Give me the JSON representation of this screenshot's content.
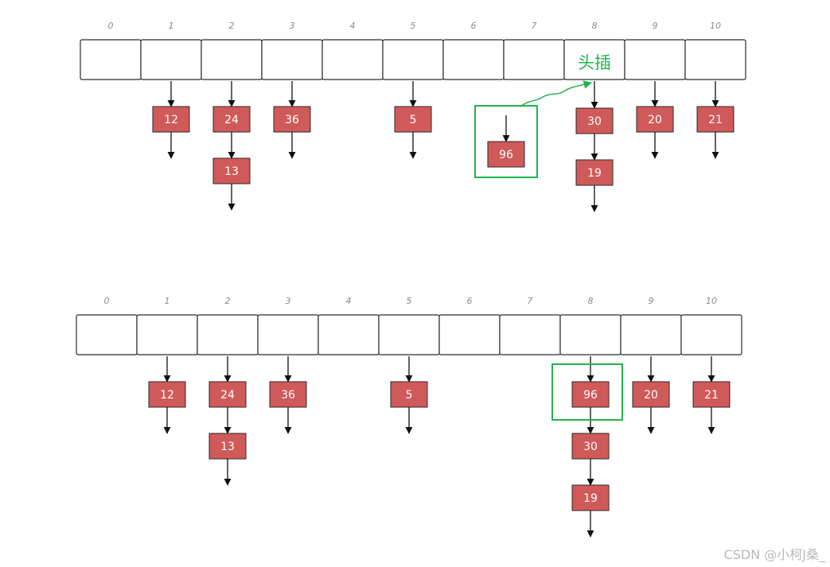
{
  "diagrams": [
    {
      "indices": [
        "0",
        "1",
        "2",
        "3",
        "4",
        "5",
        "6",
        "7",
        "8",
        "9",
        "10"
      ],
      "chains": [
        {
          "bucket": 1,
          "nodes": [
            "12"
          ]
        },
        {
          "bucket": 2,
          "nodes": [
            "24",
            "13"
          ]
        },
        {
          "bucket": 3,
          "nodes": [
            "36"
          ]
        },
        {
          "bucket": 5,
          "nodes": [
            "5"
          ]
        },
        {
          "bucket": 8,
          "nodes": [
            "30",
            "19"
          ]
        },
        {
          "bucket": 9,
          "nodes": [
            "20"
          ]
        },
        {
          "bucket": 10,
          "nodes": [
            "21"
          ]
        }
      ],
      "pending_node": {
        "value": "96",
        "target_bucket": 8
      },
      "annotation": "头插"
    },
    {
      "indices": [
        "0",
        "1",
        "2",
        "3",
        "4",
        "5",
        "6",
        "7",
        "8",
        "9",
        "10"
      ],
      "chains": [
        {
          "bucket": 1,
          "nodes": [
            "12"
          ]
        },
        {
          "bucket": 2,
          "nodes": [
            "24",
            "13"
          ]
        },
        {
          "bucket": 3,
          "nodes": [
            "36"
          ]
        },
        {
          "bucket": 5,
          "nodes": [
            "5"
          ]
        },
        {
          "bucket": 8,
          "nodes": [
            "96",
            "30",
            "19"
          ]
        },
        {
          "bucket": 9,
          "nodes": [
            "20"
          ]
        },
        {
          "bucket": 10,
          "nodes": [
            "21"
          ]
        }
      ],
      "highlighted_node": {
        "bucket": 8,
        "position": 0
      }
    }
  ],
  "watermark": "CSDN @小柯J桑_",
  "colors": {
    "node_fill": "#d05a59",
    "highlight": "#22b24c",
    "slot_border": "#2b2b2b",
    "index_text": "#8a8a8a"
  }
}
